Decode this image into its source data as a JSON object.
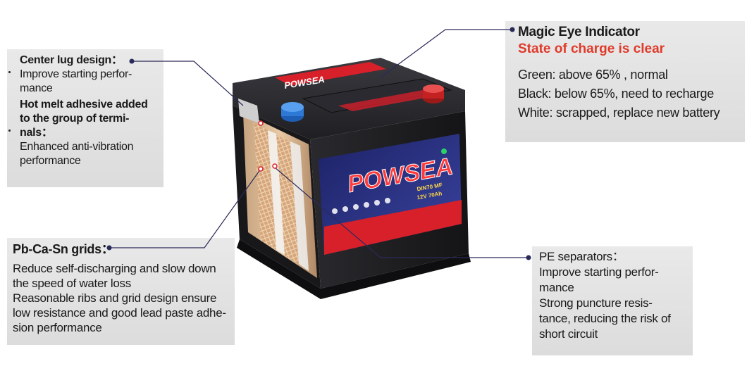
{
  "brand": "POWSEA",
  "label_model": "DIN70 MF",
  "label_spec": "12V 70Ah",
  "center_lug": {
    "title": "Center lug design：",
    "lines": [
      "Improve starting perfor-",
      "mance"
    ],
    "title2_lines": [
      "Hot melt adhesive added",
      "to the group of termi-",
      "nals："
    ],
    "lines2": [
      "Enhanced anti-vibration",
      "performance"
    ]
  },
  "grids": {
    "title": "Pb-Ca-Sn grids：",
    "lines": [
      "Reduce self-discharging and slow down",
      "the speed of water loss",
      "Reasonable ribs and grid design ensure",
      "low resistance and good lead paste adhe-",
      "sion performance"
    ]
  },
  "magic_eye": {
    "title": "Magic Eye Indicator",
    "subtitle": "State of charge is clear",
    "lines": [
      "Green: above 65% , normal",
      "Black: below 65%, need to recharge",
      "White: scrapped, replace new battery"
    ]
  },
  "pe": {
    "title": "PE separators：",
    "lines": [
      "Improve starting perfor-",
      "mance",
      "Strong puncture resis-",
      "tance, reducing the risk of",
      "short circuit"
    ]
  },
  "colors": {
    "callout_bg": "#e2e2e2",
    "accent_red": "#e03a2a",
    "leader": "#2a2a5a",
    "battery_body": "#1c1c1f",
    "label_blue": "#2a2f7a",
    "label_red": "#d8202a"
  }
}
